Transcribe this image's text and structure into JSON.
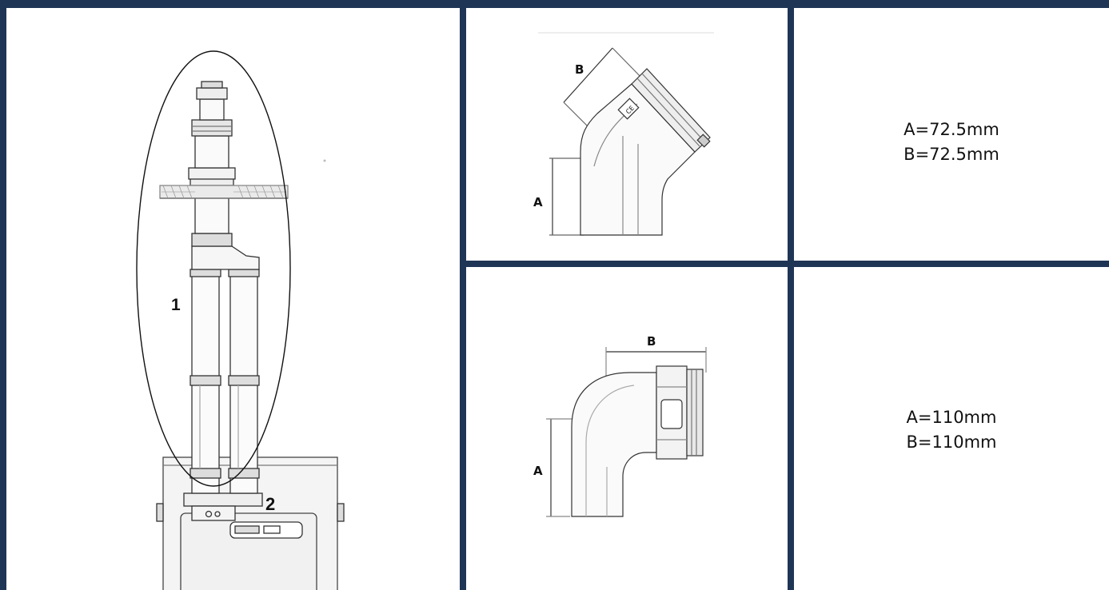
{
  "left_panel": {
    "callout_1": "1",
    "callout_2": "2"
  },
  "top_bend": {
    "label_a": "A",
    "label_b": "B",
    "marking": "CE"
  },
  "bottom_bend": {
    "label_a": "A",
    "label_b": "B"
  },
  "dimensions": {
    "top_a": "A=72.5mm",
    "top_b": "B=72.5mm",
    "bottom_a": "A=110mm",
    "bottom_b": "B=110mm"
  },
  "colors": {
    "border": "#1f3556",
    "line": "#333333"
  }
}
